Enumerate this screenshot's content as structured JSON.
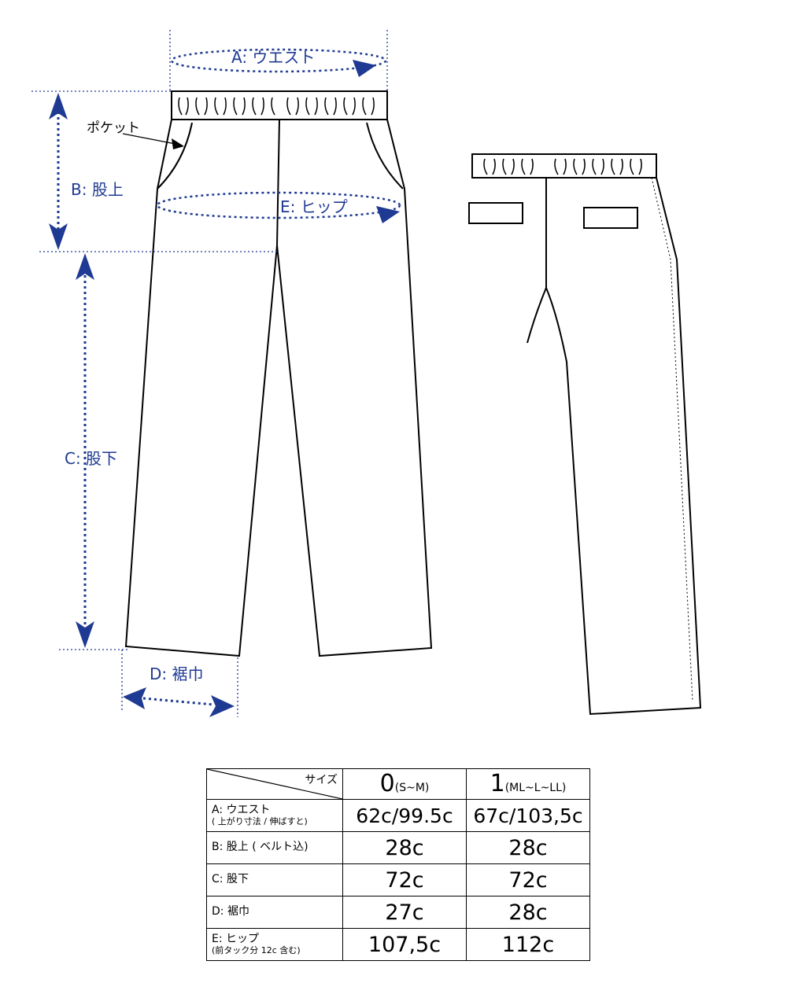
{
  "labels": {
    "waist": "A: ウエスト",
    "rise": "B: 股上",
    "inseam": "C: 股下",
    "hem": "D: 裾巾",
    "hip": "E: ヒップ",
    "pocket": "ポケット"
  },
  "colors": {
    "measure": "#1f3a93",
    "outline": "#000000"
  },
  "table": {
    "corner_label": "サイズ",
    "sizes": [
      {
        "num": "0",
        "range": "(S~M)"
      },
      {
        "num": "1",
        "range": "(ML~L~LL)"
      }
    ],
    "rows": [
      {
        "label": "A: ウエスト",
        "sub": "( 上がり寸法 / 伸ばすと)",
        "values": [
          "62c/99.5c",
          "67c/103,5c"
        ]
      },
      {
        "label": "B: 股上 ( ベルト込)",
        "sub": "",
        "values": [
          "28c",
          "28c"
        ]
      },
      {
        "label": "C: 股下",
        "sub": "",
        "values": [
          "72c",
          "72c"
        ]
      },
      {
        "label": "D: 裾巾",
        "sub": "",
        "values": [
          "27c",
          "28c"
        ]
      },
      {
        "label": "E: ヒップ",
        "sub": "(前タック分 12c 含む)",
        "values": [
          "107,5c",
          "112c"
        ]
      }
    ]
  }
}
